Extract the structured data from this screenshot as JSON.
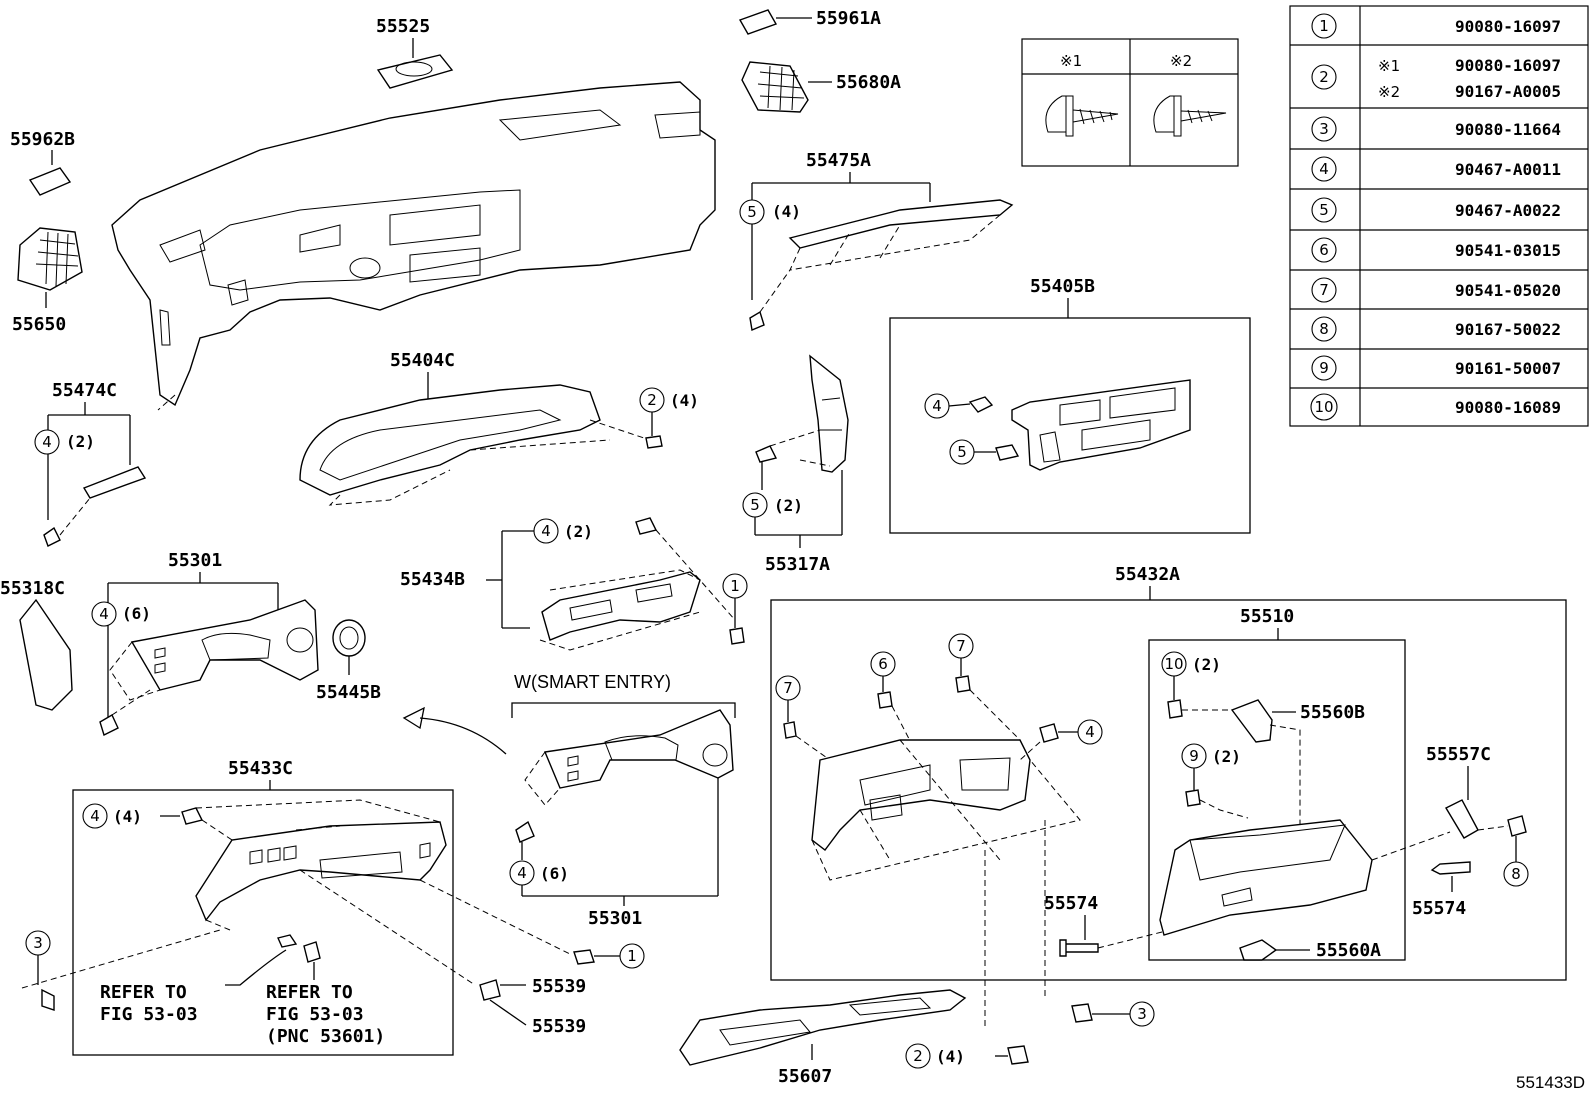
{
  "drawing_id": "551433D",
  "parts": {
    "p55525": "55525",
    "p55961A": "55961A",
    "p55680A": "55680A",
    "p55962B": "55962B",
    "p55650": "55650",
    "p55475A": "55475A",
    "p55405B": "55405B",
    "p55474C": "55474C",
    "p55404C": "55404C",
    "p55318C": "55318C",
    "p55301a": "55301",
    "p55434B": "55434B",
    "p55317A": "55317A",
    "p55445B": "55445B",
    "p55432A": "55432A",
    "p55510": "55510",
    "p55560B": "55560B",
    "p55557C": "55557C",
    "p55433C": "55433C",
    "p55301b": "55301",
    "p55574a": "55574",
    "p55574b": "55574",
    "p55560A": "55560A",
    "p55539a": "55539",
    "p55539b": "55539",
    "p55607": "55607"
  },
  "qty": {
    "q4": "(4)",
    "q2": "(2)",
    "q6": "(6)"
  },
  "notes": {
    "smart_entry": "W(SMART ENTRY)",
    "refer_to": "REFER TO",
    "fig": "FIG 53-03",
    "pnc": "(PNC 53601)",
    "mark1": "※1",
    "mark2": "※2"
  },
  "table": [
    {
      "no": "1",
      "code": "90080-16097"
    },
    {
      "no": "2",
      "code1": "90080-16097",
      "mark1": "※1",
      "code2": "90167-A0005",
      "mark2": "※2"
    },
    {
      "no": "3",
      "code": "90080-11664"
    },
    {
      "no": "4",
      "code": "90467-A0011"
    },
    {
      "no": "5",
      "code": "90467-A0022"
    },
    {
      "no": "6",
      "code": "90541-03015"
    },
    {
      "no": "7",
      "code": "90541-05020"
    },
    {
      "no": "8",
      "code": "90167-50022"
    },
    {
      "no": "9",
      "code": "90161-50007"
    },
    {
      "no": "10",
      "code": "90080-16089"
    }
  ]
}
